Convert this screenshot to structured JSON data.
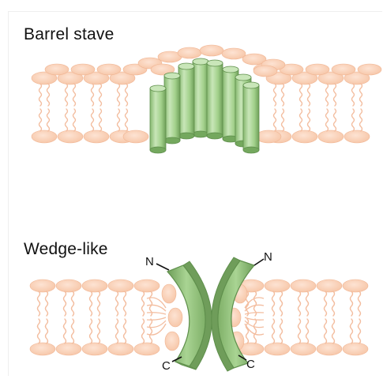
{
  "panels": [
    {
      "title": "Barrel stave"
    },
    {
      "title": "Wedge-like"
    }
  ],
  "terminals": {
    "n": "N",
    "c": "C"
  },
  "colors": {
    "lipid_head": "#f9cfb4",
    "lipid_head_edge": "#f0b593",
    "lipid_tail": "#f3bd9f",
    "peptide_light": "#c9e6b9",
    "peptide_mid": "#9fcd88",
    "peptide_dark": "#74a85e",
    "peptide_edge": "#5f8f4c"
  }
}
